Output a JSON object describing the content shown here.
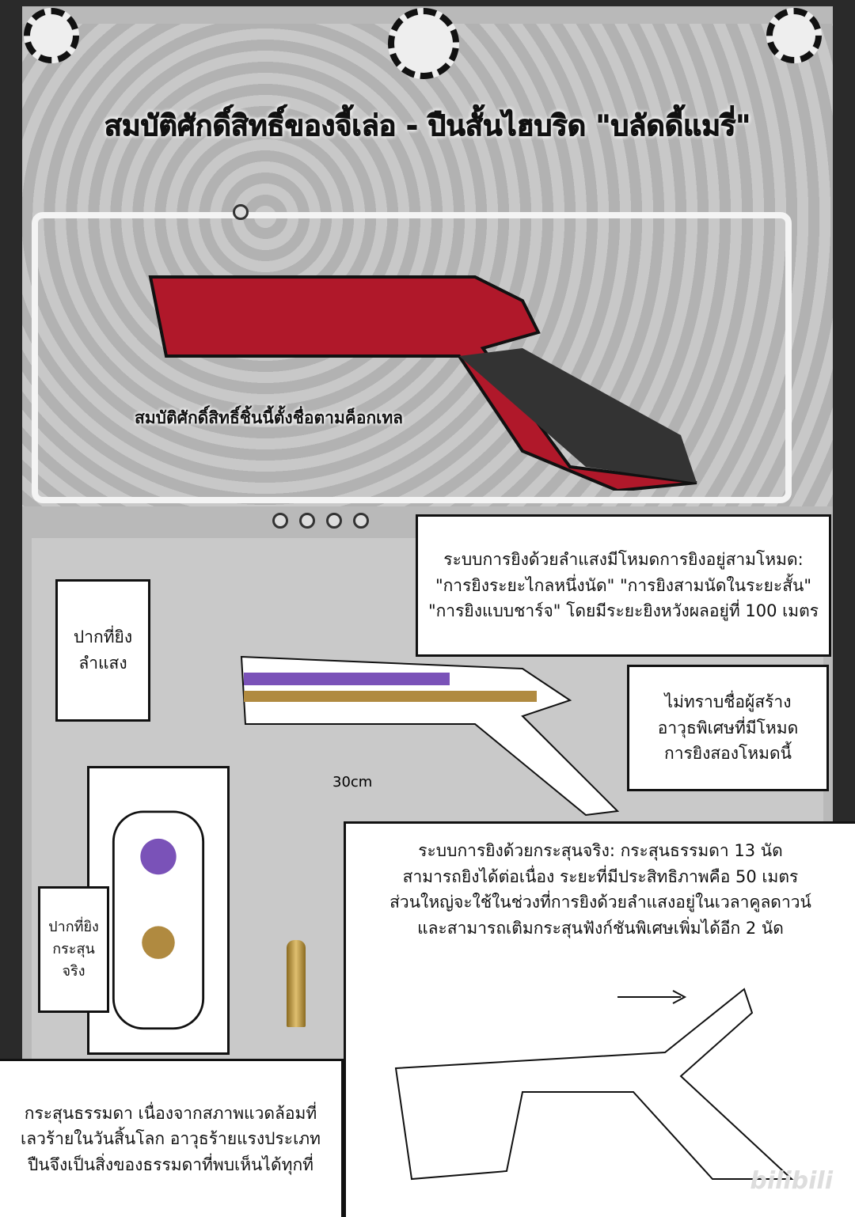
{
  "title": "สมบัติศักดิ์สิทธิ์ของจี้เล่อ - ปืนสั้นไฮบริด \"บลัดดี้แมรี่\"",
  "caption_name": "สมบัติศักดิ์สิทธิ์ชิ้นนี้ตั้งชื่อตามค็อกเทล",
  "beam_system": [
    "ระบบการยิงด้วยลำแสงมีโหมดการยิงอยู่สามโหมด:",
    "\"การยิงระยะไกลหนึ่งนัด\" \"การยิงสามนัดในระยะสั้น\"",
    "\"การยิงแบบชาร์จ\" โดยมีระยะยิงหวังผลอยู่ที่ 100 เมตร"
  ],
  "beam_muzzle": [
    "ปากที่ยิง",
    "ลำแสง"
  ],
  "creator": [
    "ไม่ทราบชื่อผู้สร้าง",
    "อาวุธพิเศษที่มีโหมด",
    "การยิงสองโหมดนี้"
  ],
  "length_label": "30cm",
  "bullet_system": [
    "ระบบการยิงด้วยกระสุนจริง: กระสุนธรรมดา 13 นัด",
    "สามารถยิงได้ต่อเนื่อง ระยะที่มีประสิทธิภาพคือ 50 เมตร",
    "ส่วนใหญ่จะใช้ในช่วงที่การยิงด้วยลำแสงอยู่ในเวลาคูลดาวน์",
    "และสามารถเติมกระสุนฟังก์ชันพิเศษเพิ่มได้อีก 2 นัด"
  ],
  "bullet_muzzle": [
    "ปากที่ยิง",
    "กระสุน",
    "จริง"
  ],
  "ammo_note": [
    "กระสุนธรรมดา เนื่องจากสภาพแวดล้อมที่",
    "เลวร้ายในวันสิ้นโลก อาวุธร้ายแรงประเภท",
    "ปืนจึงเป็นสิ่งของธรรมดาที่พบเห็นได้ทุกที่"
  ],
  "watermark": "bilibili",
  "colors": {
    "gun_red": "#b0182a",
    "beam": "#7a52b8",
    "bullet": "#b08a40"
  }
}
